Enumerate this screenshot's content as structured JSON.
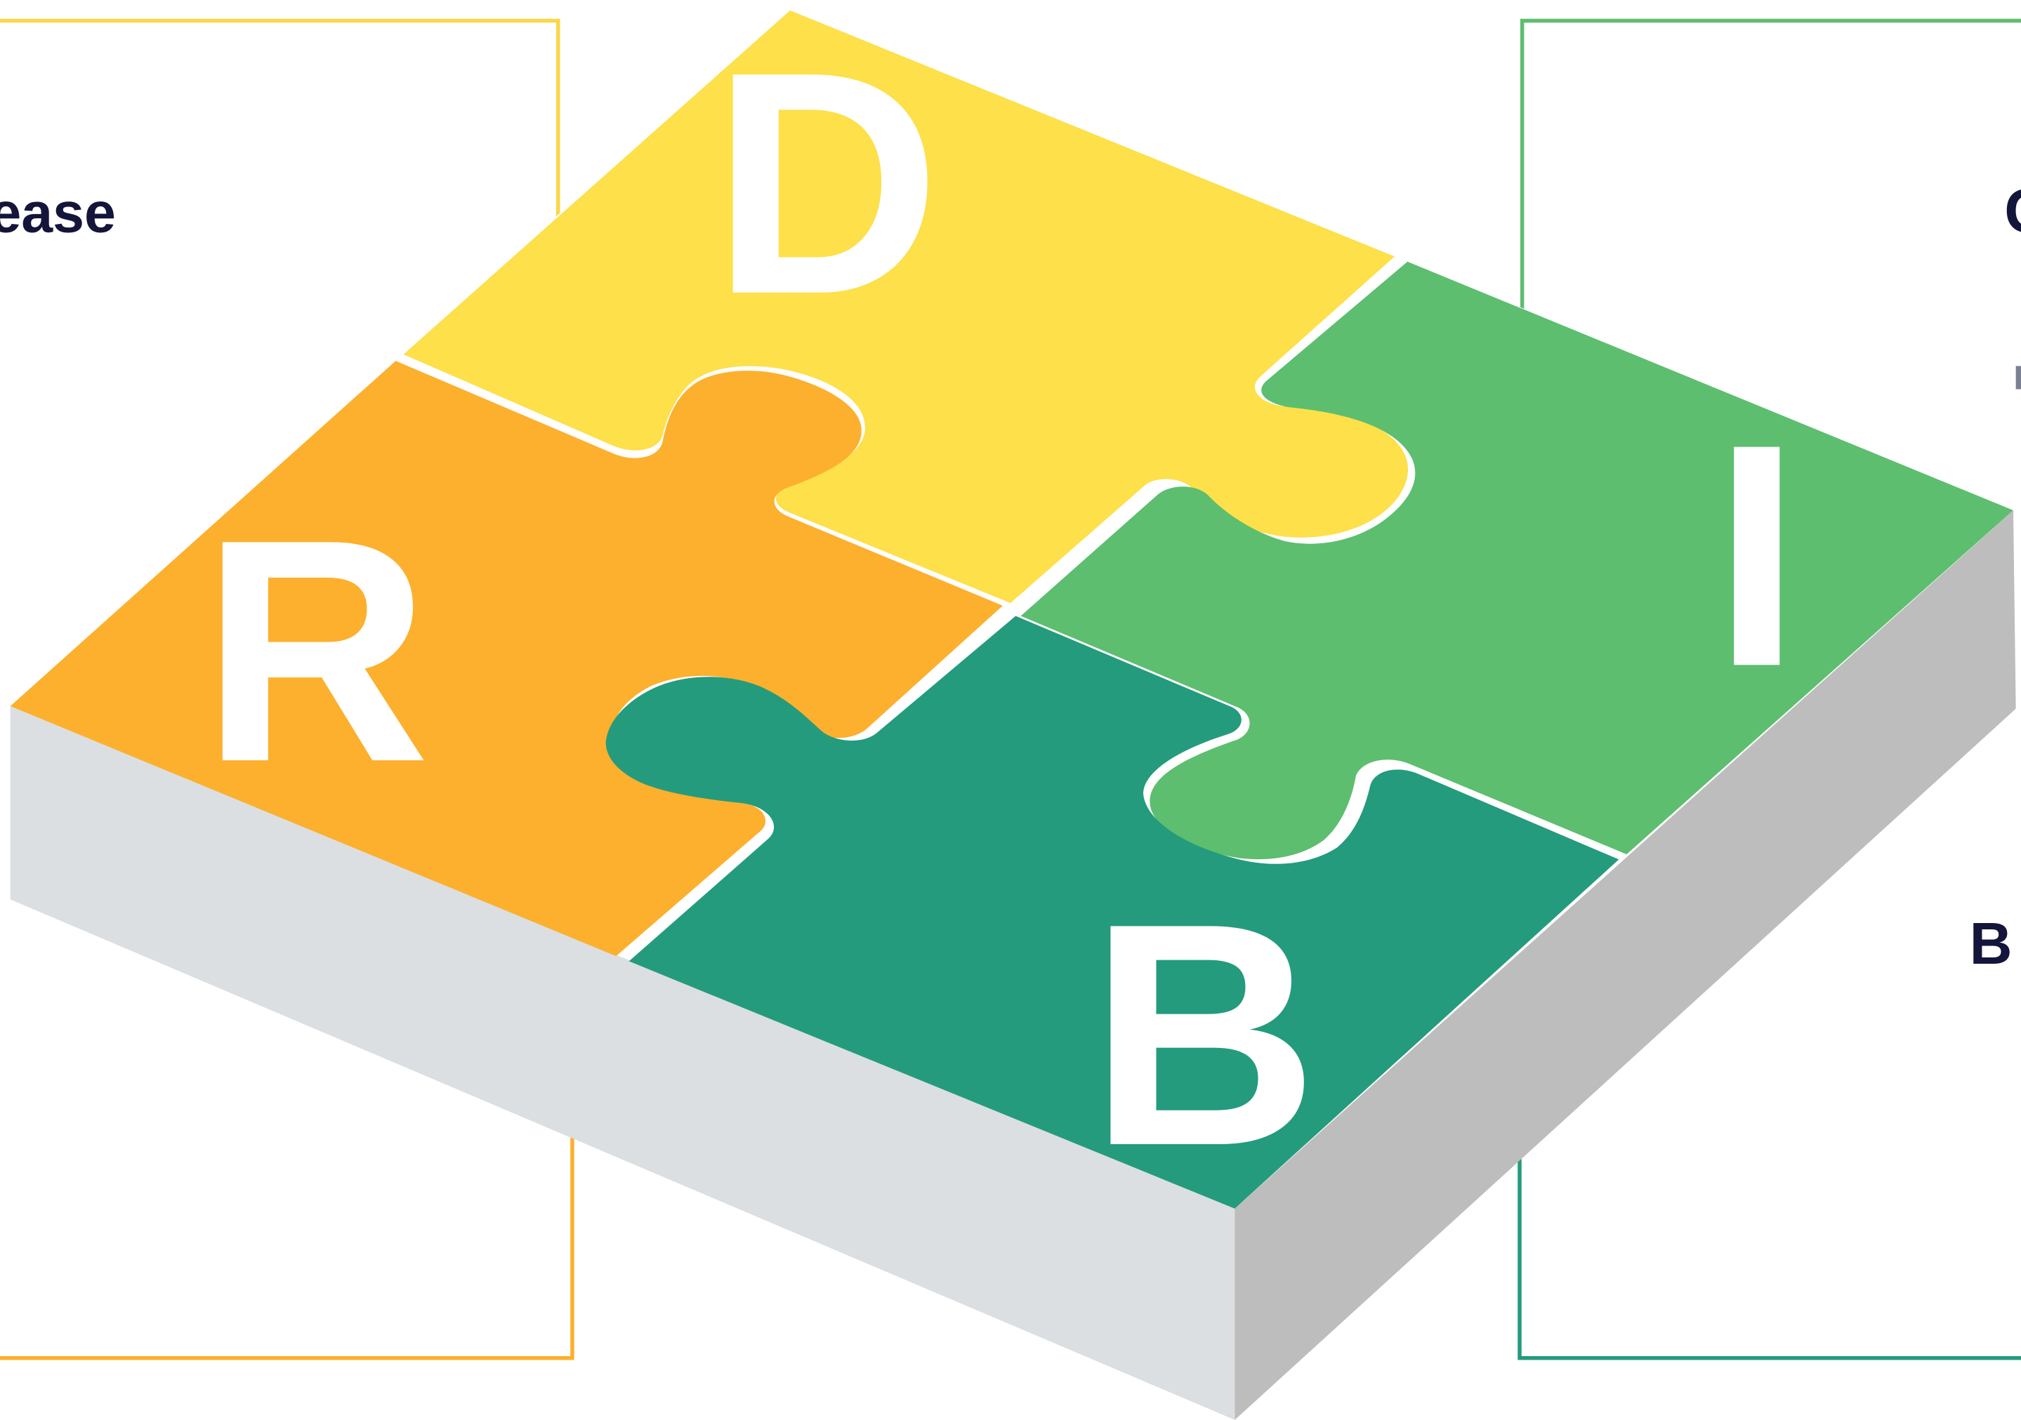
{
  "diagram": {
    "pieces": [
      {
        "id": "D",
        "letter": "D",
        "color": "#fde04a"
      },
      {
        "id": "I",
        "letter": "I",
        "color": "#5dbe6f"
      },
      {
        "id": "R",
        "letter": "R",
        "color": "#fcb02d"
      },
      {
        "id": "B",
        "letter": "B",
        "color": "#249b7d"
      }
    ],
    "frames": {
      "top_left": {
        "text": "ease",
        "color": "#fcd64a"
      },
      "top_right": {
        "text": "C",
        "color": "#5dbe6f"
      },
      "bottom_left": {
        "color": "#fcb02d"
      },
      "bottom_right": {
        "text": "B",
        "color": "#249b7d"
      }
    },
    "base": {
      "left_face_color": "#dbdfe1",
      "right_face_color": "#bdbdbd"
    }
  }
}
